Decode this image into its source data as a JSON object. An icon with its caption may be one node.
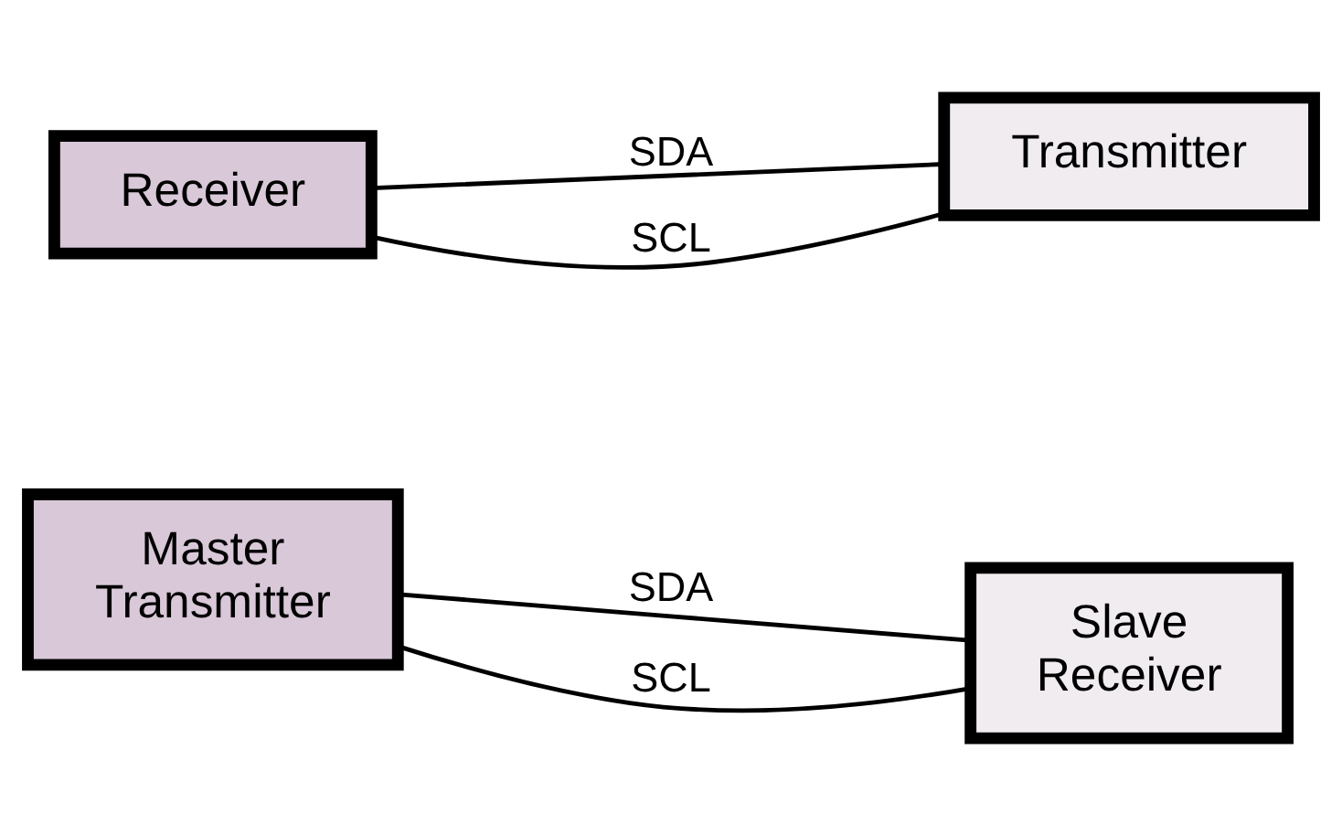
{
  "diagram": {
    "nodes": [
      {
        "text": [
          "Master",
          "Transmitter"
        ]
      },
      {
        "text": [
          "Slave",
          "Receiver"
        ]
      },
      {
        "text": [
          "Receiver"
        ]
      },
      {
        "text": [
          "Transmitter"
        ]
      }
    ],
    "edges": [
      {
        "from": 0,
        "to": 1,
        "arrow": "none",
        "label": "SDA"
      },
      {
        "from": 0,
        "to": 1,
        "arrow": "none",
        "label": "SCL"
      },
      {
        "from": 2,
        "to": 3,
        "arrow": "none",
        "label": "SDA"
      },
      {
        "from": 2,
        "to": 3,
        "arrow": "none",
        "label": "SCL"
      }
    ]
  }
}
